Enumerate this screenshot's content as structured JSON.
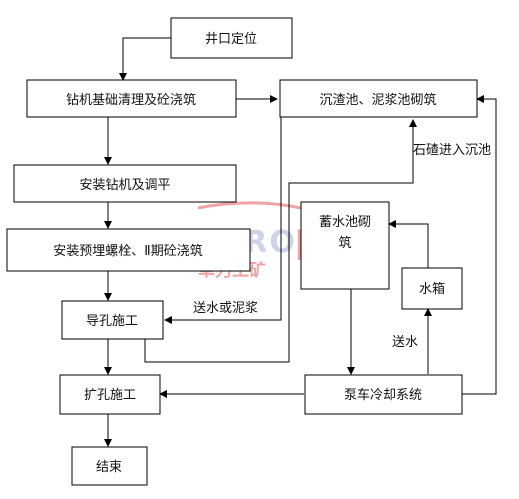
{
  "nodes": {
    "wellhead_positioning": "井口定位",
    "foundation_cleanup": "钻机基础清理及砼浇筑",
    "sediment_pool": "沉渣池、泥浆池砌筑",
    "install_rig": "安装钻机及调平",
    "embed_bolts": "安装预埋螺栓、Ⅱ期砼浇筑",
    "storage_pool_line1": "蓄水池砌",
    "storage_pool_line2": "筑",
    "water_tank": "水箱",
    "pilot_hole": "导孔施工",
    "reaming": "扩孔施工",
    "pump_cooling": "泵车冷却系统",
    "end": "结束"
  },
  "edge_labels": {
    "gravel_to_pool": "石碴进入沉池",
    "water_or_mud": "送水或泥浆",
    "send_water": "送水"
  },
  "watermark": {
    "brand": "ZERO",
    "brand_r": "R",
    "company": "卓力工矿"
  },
  "colors": {
    "line": "#000000",
    "watermark_blue": "#c9cfe6",
    "watermark_red": "#ef9a9a"
  }
}
